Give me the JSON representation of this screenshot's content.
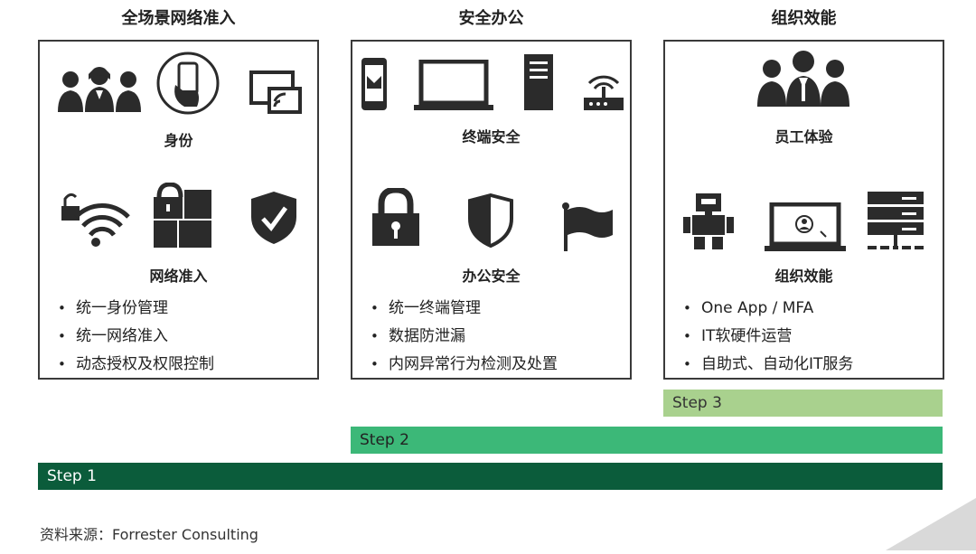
{
  "columns": [
    {
      "title": "全场景网络准入",
      "section1_label": "身份",
      "section2_label": "网络准入",
      "bullets": [
        "统一身份管理",
        "统一网络准入",
        "动态授权及权限控制"
      ]
    },
    {
      "title": "安全办公",
      "section1_label": "终端安全",
      "section2_label": "办公安全",
      "bullets": [
        "统一终端管理",
        "数据防泄漏",
        "内网异常行为检测及处置"
      ]
    },
    {
      "title": "组织效能",
      "section1_label": "员工体验",
      "section2_label": "组织效能",
      "bullets": [
        "One App / MFA",
        "IT软硬件运营",
        "自助式、自动化IT服务"
      ]
    }
  ],
  "steps": [
    {
      "label": "Step 3",
      "color": "#a9d18e"
    },
    {
      "label": "Step 2",
      "color": "#3cb878"
    },
    {
      "label": "Step 1",
      "color": "#0b5c3b"
    }
  ],
  "icons": {
    "col1": [
      "people-group-icon",
      "hand-phone-icon",
      "screen-cast-icon",
      "unlocked-wifi-icon",
      "lock-blocks-icon",
      "shield-check-icon"
    ],
    "col2": [
      "phone-mail-icon",
      "laptop-icon",
      "server-tower-icon",
      "router-icon",
      "padlock-icon",
      "half-shield-icon",
      "flag-icon"
    ],
    "col3": [
      "employees-icon",
      "robot-icon",
      "laptop-user-icon",
      "network-server-icon"
    ]
  },
  "footer": "资料来源：Forrester Consulting"
}
